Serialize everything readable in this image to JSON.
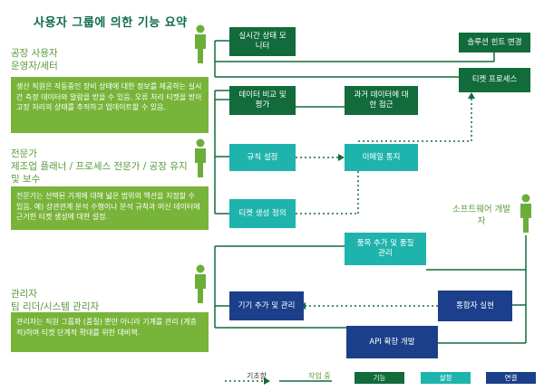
{
  "title": "사용자 그룹에 의한 기능 요약",
  "roles": {
    "factory_user": {
      "name": "공장 사용자",
      "sub": "운영자/세터",
      "desc": "생산 직원은 작동중인 장비 상태에 대한 정보를 제공하는 실시간 측정 데이터와 알람을 받을 수 있음. 오류 처리 티켓을 받아 고장 처리의 상태를 추적하고 업데이트할 수 있음."
    },
    "expert": {
      "name": "전문가",
      "sub": "제조업 플래너 / 프로세스 전문가 / 공장 유지 및 보수",
      "desc": "전문가는 선택된 기계에 대해 넓은 범위의 액션을 지정할 수 있음. 예) 상관관계 분석 수행이나 분석 규칙과 머신 데이터에 근거한 티켓 생성에 대한 설정."
    },
    "admin": {
      "name": "관리자",
      "sub": "팀 리더/시스템 관리자",
      "desc": "관리자는 직원 그룹화 (품질) 뿐만 아니라 기계를 관리 (계층적)하며 티켓 단계적 확대를 위한 대비책."
    },
    "software_dev": {
      "name": "소프트웨어 개발자"
    }
  },
  "boxes": {
    "realtime_monitor": "실시간 상태 모니터",
    "solution_hint": "솔루션 힌트 변경",
    "ticket_process": "티켓 프로세스",
    "data_compare": "데이터 비교 및 평가",
    "past_data": "과거 데이터에 대한 접근",
    "rule_setting": "규칙 설정",
    "email_notify": "이메일 통지",
    "ticket_define": "티켓 생성 정의",
    "add_part": "품목 추가 및 품질 관리",
    "add_device": "기기 추가 및 관리",
    "integrator": "통합자 실현",
    "api_extension": "API 확장 개발"
  },
  "legend": {
    "basic": "기초함",
    "in_work": "작업 중",
    "function": "기능",
    "setting": "설정",
    "connection": "연결"
  },
  "colors": {
    "function": "#116b3a",
    "setting": "#1fb3ad",
    "connection": "#1b3f8a",
    "role_text": "#5a9a3a",
    "desc_bg": "#79b43a",
    "title": "#0e6b4e"
  }
}
